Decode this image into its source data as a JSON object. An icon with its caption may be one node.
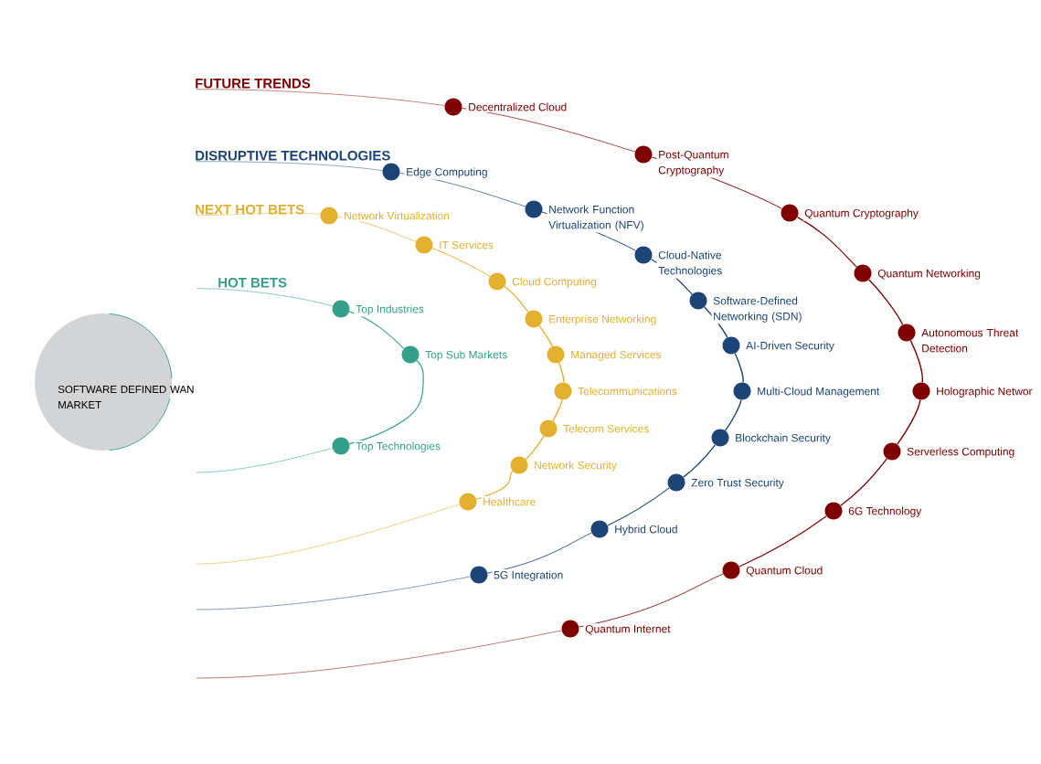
{
  "diagram": {
    "nodes": [
      {
        "text": [
          "SOFTWARE DEFINED WAN MARKET"
        ]
      },
      {
        "text": [
          "HOT BETS"
        ]
      },
      {
        "text": [],
        "shape": "circle",
        "beside": [
          "Top Industries"
        ]
      },
      {
        "text": [],
        "shape": "circle",
        "beside": [
          "Top Sub Markets"
        ]
      },
      {
        "text": [],
        "shape": "circle",
        "beside": [
          "Top Technologies"
        ]
      },
      {
        "text": [
          "NEXT HOT BETS"
        ]
      },
      {
        "text": [],
        "shape": "circle",
        "beside": [
          "Network Virtualization"
        ]
      },
      {
        "text": [],
        "shape": "circle",
        "beside": [
          "IT Services"
        ]
      },
      {
        "text": [],
        "shape": "circle",
        "beside": [
          "Cloud Computing"
        ]
      },
      {
        "text": [],
        "shape": "circle",
        "beside": [
          "Enterprise Networking"
        ]
      },
      {
        "text": [],
        "shape": "circle",
        "beside": [
          "Managed Services"
        ]
      },
      {
        "text": [],
        "shape": "circle",
        "beside": [
          "Telecommunications"
        ]
      },
      {
        "text": [],
        "shape": "circle",
        "beside": [
          "Telecom Services"
        ]
      },
      {
        "text": [],
        "shape": "circle",
        "beside": [
          "Network Security"
        ]
      },
      {
        "text": [],
        "shape": "circle",
        "beside": [
          "Healthcare"
        ]
      },
      {
        "text": [
          "DISRUPTIVE TECHNOLOGIES"
        ]
      },
      {
        "text": [],
        "shape": "circle",
        "beside": [
          "Edge Computing"
        ]
      },
      {
        "text": [],
        "shape": "circle",
        "beside": [
          "Network Function Virtualization (NFV)"
        ]
      },
      {
        "text": [],
        "shape": "circle",
        "beside": [
          "Cloud-Native Technologies"
        ]
      },
      {
        "text": [],
        "shape": "circle",
        "beside": [
          "Software-Defined Networking (SDN)"
        ]
      },
      {
        "text": [],
        "shape": "circle",
        "beside": [
          "AI-Driven Security"
        ]
      },
      {
        "text": [],
        "shape": "circle",
        "beside": [
          "Multi-Cloud Management"
        ]
      },
      {
        "text": [],
        "shape": "circle",
        "beside": [
          "Blockchain Security"
        ]
      },
      {
        "text": [],
        "shape": "circle",
        "beside": [
          "Zero Trust Security"
        ]
      },
      {
        "text": [],
        "shape": "circle",
        "beside": [
          "Hybrid Cloud"
        ]
      },
      {
        "text": [],
        "shape": "circle",
        "beside": [
          "5G Integration"
        ]
      },
      {
        "text": [
          "FUTURE TRENDS"
        ]
      },
      {
        "text": [],
        "shape": "circle",
        "beside": [
          "Decentralized Cloud"
        ]
      },
      {
        "text": [],
        "shape": "circle",
        "beside": [
          "Post-Quantum Cryptography"
        ]
      },
      {
        "text": [],
        "shape": "circle",
        "beside": [
          "Quantum Cryptography"
        ]
      },
      {
        "text": [],
        "shape": "circle",
        "beside": [
          "Quantum Networking"
        ]
      },
      {
        "text": [],
        "shape": "circle",
        "beside": [
          "Autonomous Threat Detection"
        ]
      },
      {
        "text": [],
        "shape": "circle",
        "beside": [
          "Holographic Networ"
        ]
      },
      {
        "text": [],
        "shape": "circle",
        "beside": [
          "Serverless Computing"
        ]
      },
      {
        "text": [],
        "shape": "circle",
        "beside": [
          "6G Technology"
        ]
      },
      {
        "text": [],
        "shape": "circle",
        "beside": [
          "Quantum Cloud"
        ]
      },
      {
        "text": [],
        "shape": "circle",
        "beside": [
          "Quantum Internet"
        ]
      }
    ],
    "edges": [
      {
        "from": 1,
        "to": 2,
        "arrow": "none",
        "color": "#35a08a"
      },
      {
        "from": 2,
        "to": 3,
        "arrow": "none",
        "color": "#35a08a"
      },
      {
        "from": 3,
        "to": 4,
        "arrow": "none",
        "color": "#35a08a"
      },
      {
        "from": 4,
        "to": null,
        "arrow": "none",
        "color": "#35a08a"
      },
      {
        "from": 5,
        "to": 6,
        "arrow": "none",
        "color": "#e2b02e"
      },
      {
        "from": 6,
        "to": 7,
        "arrow": "none",
        "color": "#e2b02e"
      },
      {
        "from": 7,
        "to": 8,
        "arrow": "none",
        "color": "#e2b02e"
      },
      {
        "from": 8,
        "to": 9,
        "arrow": "none",
        "color": "#e2b02e"
      },
      {
        "from": 9,
        "to": 10,
        "arrow": "none",
        "color": "#e2b02e"
      },
      {
        "from": 10,
        "to": 11,
        "arrow": "none",
        "color": "#e2b02e"
      },
      {
        "from": 11,
        "to": 12,
        "arrow": "none",
        "color": "#e2b02e"
      },
      {
        "from": 12,
        "to": 13,
        "arrow": "none",
        "color": "#e2b02e"
      },
      {
        "from": 13,
        "to": 14,
        "arrow": "none",
        "color": "#e2b02e"
      },
      {
        "from": 14,
        "to": null,
        "arrow": "none",
        "color": "#e2b02e"
      },
      {
        "from": 15,
        "to": 16,
        "arrow": "none",
        "color": "#1d4477"
      },
      {
        "from": 16,
        "to": 17,
        "arrow": "none",
        "color": "#1d4477"
      },
      {
        "from": 17,
        "to": 18,
        "arrow": "none",
        "color": "#1d4477"
      },
      {
        "from": 18,
        "to": 19,
        "arrow": "none",
        "color": "#1d4477"
      },
      {
        "from": 19,
        "to": 20,
        "arrow": "none",
        "color": "#1d4477"
      },
      {
        "from": 20,
        "to": 21,
        "arrow": "none",
        "color": "#1d4477"
      },
      {
        "from": 21,
        "to": 22,
        "arrow": "none",
        "color": "#1d4477"
      },
      {
        "from": 22,
        "to": 23,
        "arrow": "none",
        "color": "#1d4477"
      },
      {
        "from": 23,
        "to": 24,
        "arrow": "none",
        "color": "#1d4477"
      },
      {
        "from": 24,
        "to": 25,
        "arrow": "none",
        "color": "#1d4477"
      },
      {
        "from": 25,
        "to": null,
        "arrow": "none",
        "color": "#1d4477"
      },
      {
        "from": 26,
        "to": 27,
        "arrow": "none",
        "color": "#7f0000"
      },
      {
        "from": 27,
        "to": 28,
        "arrow": "none",
        "color": "#7f0000"
      },
      {
        "from": 28,
        "to": 29,
        "arrow": "none",
        "color": "#7f0000"
      },
      {
        "from": 29,
        "to": 30,
        "arrow": "none",
        "color": "#7f0000"
      },
      {
        "from": 30,
        "to": 31,
        "arrow": "none",
        "color": "#7f0000"
      },
      {
        "from": 31,
        "to": 32,
        "arrow": "none",
        "color": "#7f0000"
      },
      {
        "from": 32,
        "to": 33,
        "arrow": "none",
        "color": "#7f0000"
      },
      {
        "from": 33,
        "to": 34,
        "arrow": "none",
        "color": "#7f0000"
      },
      {
        "from": 34,
        "to": 35,
        "arrow": "none",
        "color": "#7f0000"
      },
      {
        "from": 35,
        "to": 36,
        "arrow": "none",
        "color": "#7f0000"
      },
      {
        "from": 36,
        "to": null,
        "arrow": "none",
        "color": "#7f0000"
      }
    ]
  }
}
